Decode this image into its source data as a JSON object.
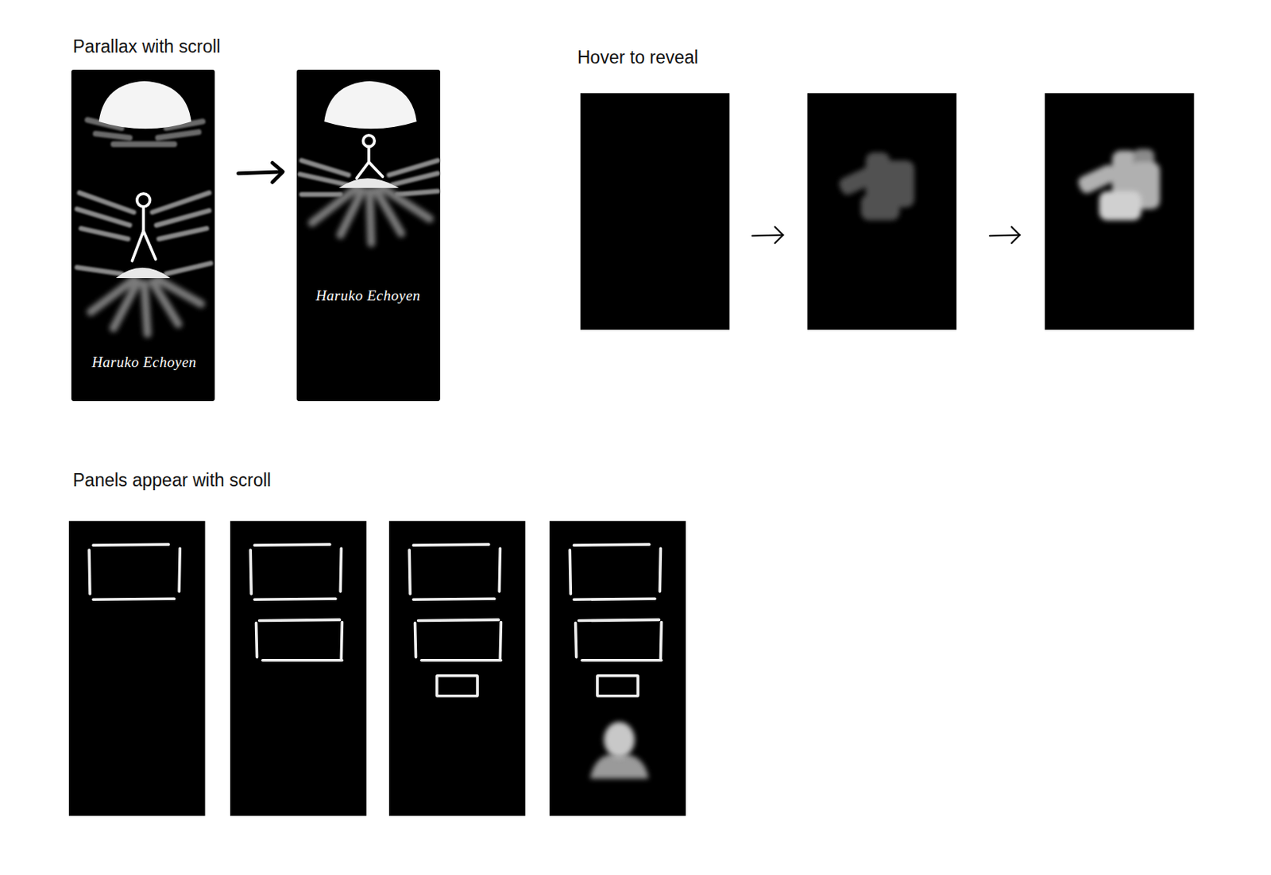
{
  "diagram": {
    "labels": [
      "Parallax with scroll",
      "Hover to reveal",
      "Panels appear with scroll",
      "Haruko Echoyen",
      "Haruko Echoyen"
    ]
  }
}
